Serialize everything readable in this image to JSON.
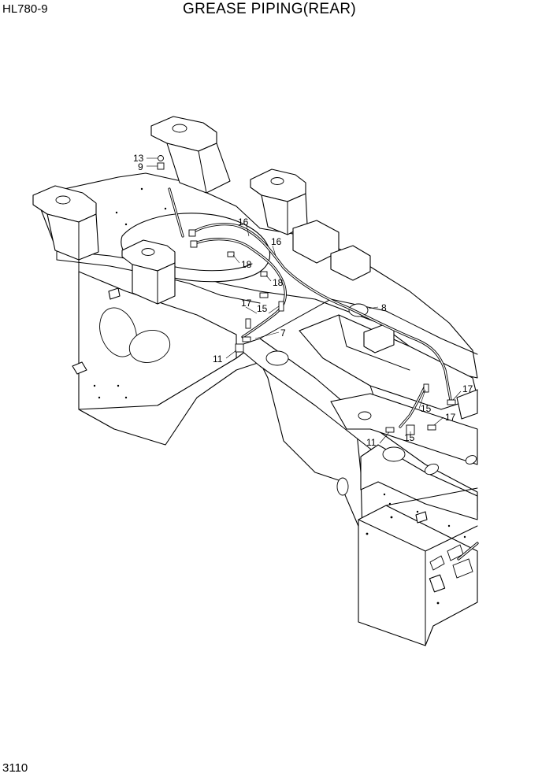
{
  "header": {
    "model": "HL780-9",
    "title": "GREASE PIPING(REAR)"
  },
  "footer": {
    "page_number": "3110"
  },
  "callouts": [
    {
      "id": "c13",
      "label": "13"
    },
    {
      "id": "c9",
      "label": "9"
    },
    {
      "id": "c16a",
      "label": "16"
    },
    {
      "id": "c16b",
      "label": "16"
    },
    {
      "id": "c18a",
      "label": "18"
    },
    {
      "id": "c18b",
      "label": "18"
    },
    {
      "id": "c17a",
      "label": "17"
    },
    {
      "id": "c15a",
      "label": "15"
    },
    {
      "id": "c7",
      "label": "7"
    },
    {
      "id": "c8",
      "label": "8"
    },
    {
      "id": "c11a",
      "label": "11"
    },
    {
      "id": "c17b",
      "label": "17"
    },
    {
      "id": "c15b",
      "label": "15"
    },
    {
      "id": "c17c",
      "label": "17"
    },
    {
      "id": "c15c",
      "label": "15"
    },
    {
      "id": "c11b",
      "label": "11"
    }
  ]
}
